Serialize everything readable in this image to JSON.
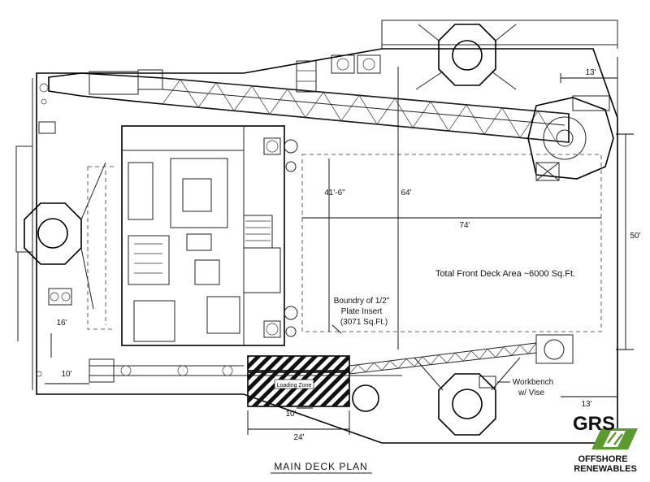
{
  "labels": {
    "title": "MAIN DECK PLAN",
    "area": "Total Front Deck Area ~6000 Sq.Ft.",
    "insert_line1": "Boundry of 1/2\"",
    "insert_line2": "Plate Insert",
    "insert_line3": "(3071 Sq.Ft.)",
    "workbench_line1": "Workbench",
    "workbench_line2": "w/ Vise",
    "loading_zone": "Loading Zone"
  },
  "dimensions": {
    "d13_top": "13'",
    "d41": "41'-6\"",
    "d64": "64'",
    "d74": "74'",
    "d50": "50'",
    "d16": "16'",
    "d10_left": "10'",
    "d10_bottom": "10'",
    "d24": "24'",
    "d13_bottom": "13'"
  },
  "logo": {
    "brand": "GRS",
    "line1": "OFFSHORE",
    "line2": "RENEWABLES",
    "colors": {
      "gray": "#6d6e71",
      "green": "#5a9a2f"
    }
  }
}
